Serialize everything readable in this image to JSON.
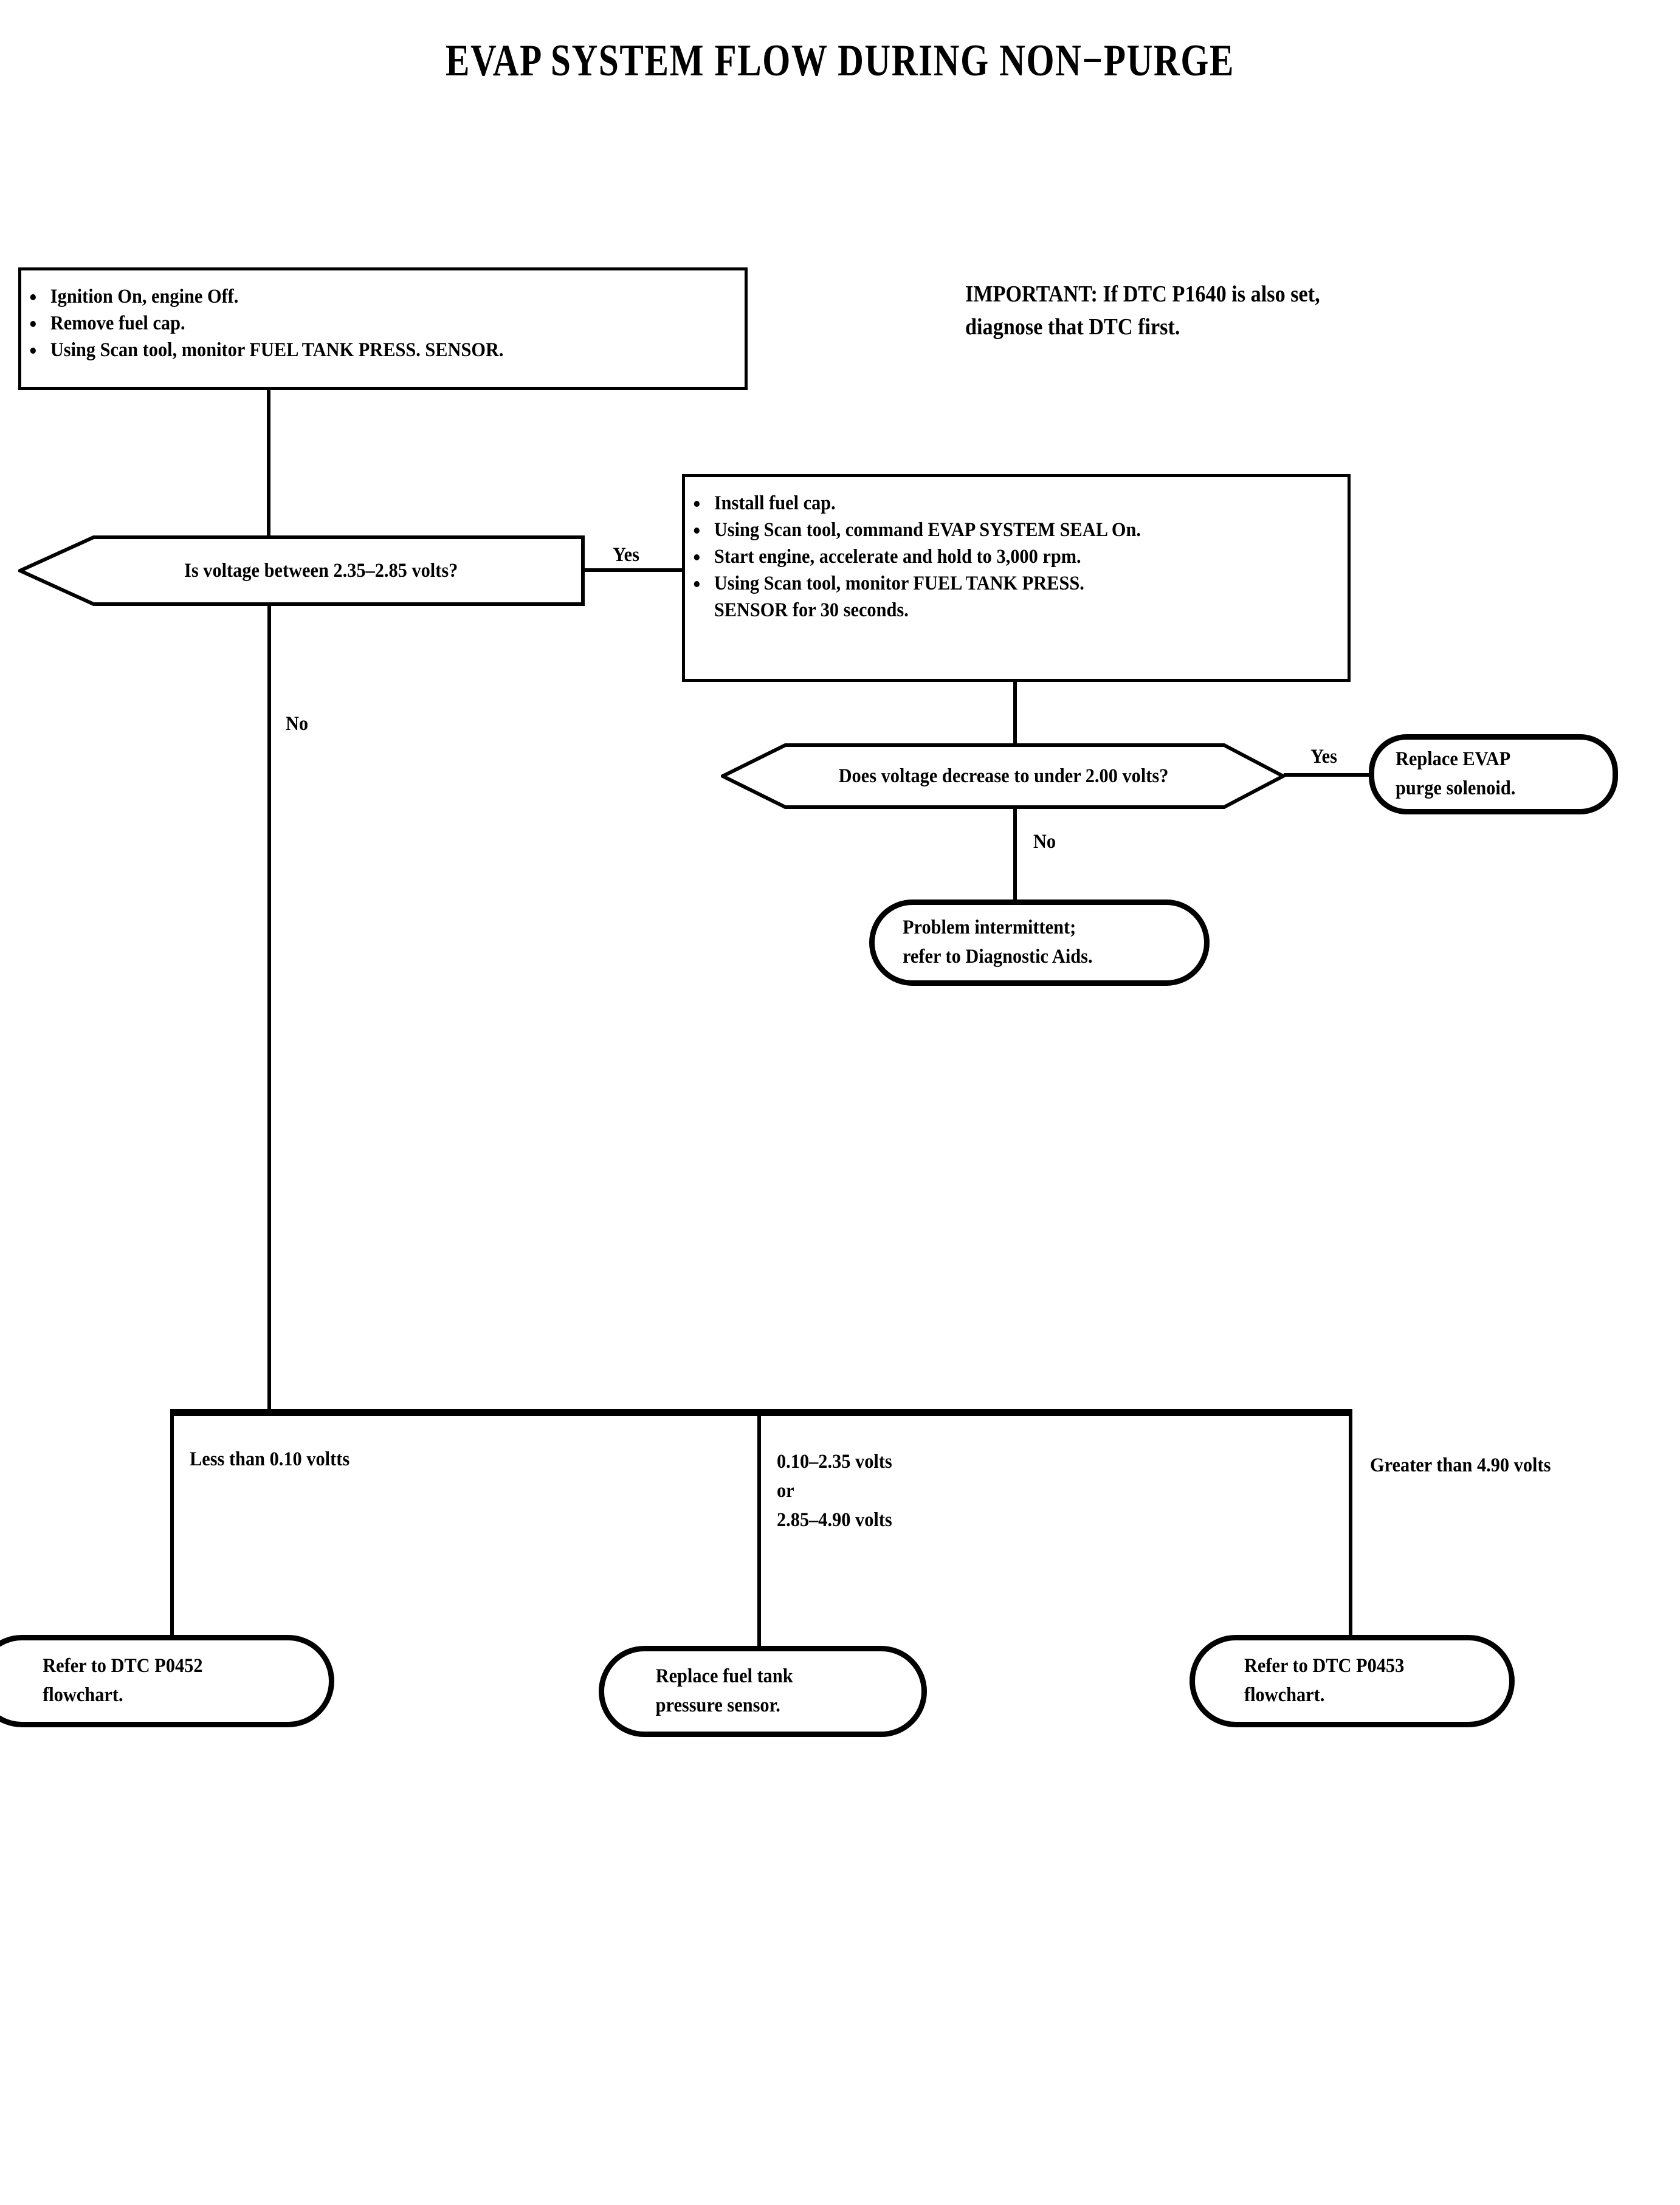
{
  "title": "EVAP SYSTEM FLOW DURING NON−PURGE",
  "important_note": "IMPORTANT:   If DTC P1640 is also set,\ndiagnose that DTC first.",
  "chart_data": {
    "type": "diagram",
    "title": "EVAP SYSTEM FLOW DURING NON−PURGE",
    "orientation": "top-down flowchart with side branches",
    "nodes": [
      {
        "id": "start",
        "shape": "process",
        "text": "Ignition On, engine Off. / Remove fuel cap. / Using Scan tool, monitor FUEL TANK PRESS. SENSOR."
      },
      {
        "id": "q1",
        "shape": "decision",
        "text": "Is voltage between 2.35–2.85 volts?"
      },
      {
        "id": "p2",
        "shape": "process",
        "text": "Install fuel cap. / Using Scan tool, command EVAP SYSTEM SEAL On. / Start engine, accelerate and hold to 3,000 rpm. / Using Scan tool, monitor FUEL TANK PRESS. SENSOR for 30 seconds."
      },
      {
        "id": "q2",
        "shape": "decision",
        "text": "Does voltage decrease to under 2.00 volts?"
      },
      {
        "id": "t1",
        "shape": "terminal",
        "text": "Replace EVAP purge solenoid."
      },
      {
        "id": "t2",
        "shape": "terminal",
        "text": "Problem intermittent; refer to Diagnostic Aids."
      },
      {
        "id": "t3",
        "shape": "terminal",
        "text": "Refer to DTC P0452 flowchart."
      },
      {
        "id": "t4",
        "shape": "terminal",
        "text": "Replace fuel tank pressure sensor."
      },
      {
        "id": "t5",
        "shape": "terminal",
        "text": "Refer to DTC P0453 flowchart."
      }
    ],
    "edges": [
      {
        "from": "start",
        "to": "q1",
        "label": ""
      },
      {
        "from": "q1",
        "to": "p2",
        "label": "Yes"
      },
      {
        "from": "q1",
        "to": "branch-bar",
        "label": "No"
      },
      {
        "from": "p2",
        "to": "q2",
        "label": ""
      },
      {
        "from": "q2",
        "to": "t1",
        "label": "Yes"
      },
      {
        "from": "q2",
        "to": "t2",
        "label": "No"
      },
      {
        "from": "branch-bar",
        "to": "t3",
        "label": "Less than 0.10 voltts"
      },
      {
        "from": "branch-bar",
        "to": "t4",
        "label": "0.10–2.35 volts or 2.85–4.90 volts"
      },
      {
        "from": "branch-bar",
        "to": "t5",
        "label": "Greater than 4.90 volts"
      }
    ]
  },
  "start_box": {
    "bullets": [
      "Ignition On, engine Off.",
      "Remove fuel cap.",
      "Using Scan tool, monitor FUEL TANK PRESS. SENSOR."
    ]
  },
  "decision_1": {
    "text": "Is voltage between 2.35–2.85 volts?",
    "yes_label": "Yes",
    "no_label": "No"
  },
  "process_2": {
    "bullets": [
      "Install fuel cap.",
      "Using Scan tool, command EVAP SYSTEM SEAL On.",
      "Start engine, accelerate and hold to 3,000 rpm.",
      "Using Scan tool, monitor FUEL TANK PRESS.\nSENSOR for 30 seconds."
    ]
  },
  "decision_2": {
    "text": "Does voltage decrease to under 2.00 volts?",
    "yes_label": "Yes",
    "no_label": "No"
  },
  "terminal_purge_solenoid": {
    "text": "Replace EVAP\npurge solenoid."
  },
  "terminal_intermittent": {
    "text": "Problem intermittent;\nrefer to Diagnostic Aids."
  },
  "branches": {
    "left_label": "Less than 0.10 voltts",
    "middle_label": "0.10–2.35 volts\n        or\n2.85–4.90 volts",
    "right_label": "Greater than 4.90 volts"
  },
  "terminal_p0452": {
    "text": "Refer to DTC P0452\nflowchart."
  },
  "terminal_fuel_tank_sensor": {
    "text": "Replace fuel tank\npressure sensor."
  },
  "terminal_p0453": {
    "text": "Refer to DTC P0453\nflowchart."
  },
  "colors": {
    "stroke": "#000000",
    "background": "#ffffff"
  }
}
